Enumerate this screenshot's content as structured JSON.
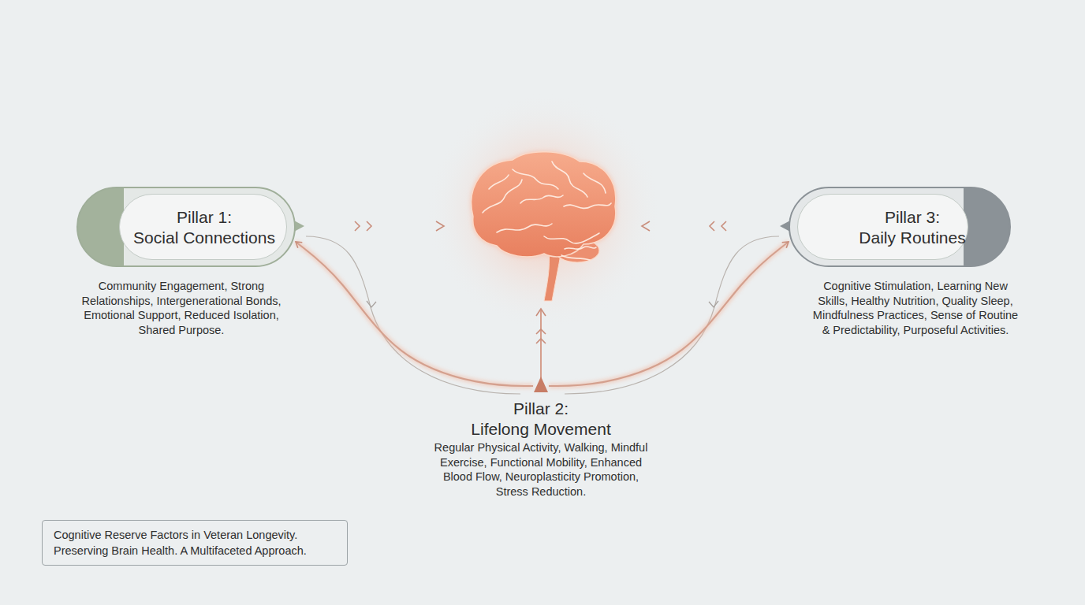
{
  "diagram": {
    "caption": "Cognitive Reserve Factors in Veteran Longevity. Preserving Brain Health. A Multifaceted Approach.",
    "nodes": [
      {
        "text": [
          "Pillar 1: Social Connections",
          "Community Engagement, Strong Relationships, Intergenerational Bonds, Emotional Support, Reduced Isolation, Shared Purpose."
        ]
      },
      {
        "text": [
          "Pillar 2: Lifelong Movement",
          "Regular Physical Activity, Walking, Mindful Exercise, Functional Mobility, Enhanced Blood Flow, Neuroplasticity Promotion, Stress Reduction."
        ]
      },
      {
        "text": [
          "Pillar 3: Daily Routines",
          "Cognitive Stimulation, Learning New Skills, Healthy Nutrition, Quality Sleep, Mindfulness Practices, Sense of Routine & Predictability, Purposeful Activities."
        ]
      }
    ],
    "edges": [
      {
        "from": 1,
        "to": 0,
        "arrow": "to"
      },
      {
        "from": 1,
        "to": 2,
        "arrow": "to"
      }
    ]
  }
}
